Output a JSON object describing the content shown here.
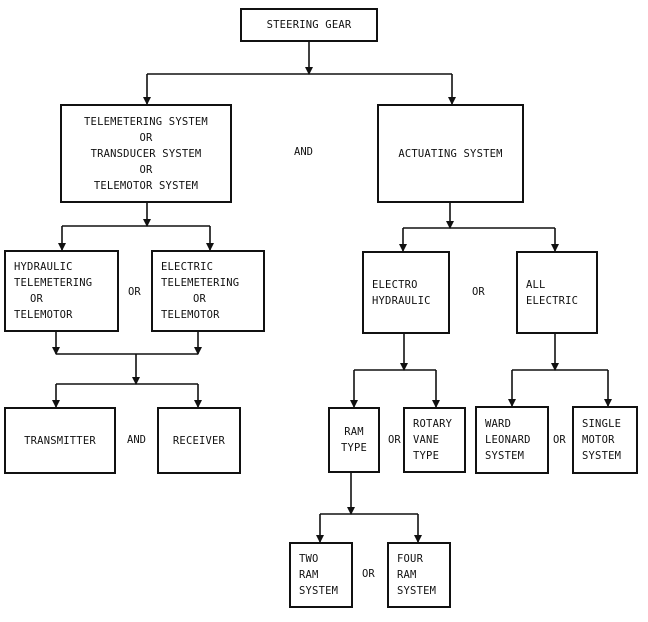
{
  "nodes": {
    "steering_gear": [
      "STEERING GEAR"
    ],
    "telemetering": [
      "TELEMETERING SYSTEM",
      "OR",
      "TRANSDUCER SYSTEM",
      "OR",
      "TELEMOTOR SYSTEM"
    ],
    "actuating": [
      "ACTUATING SYSTEM"
    ],
    "hydraulic_tele": [
      "HYDRAULIC",
      "TELEMETERING",
      "OR",
      "TELEMOTOR"
    ],
    "electric_tele": [
      "ELECTRIC",
      "TELEMETERING",
      "OR",
      "TELEMOTOR"
    ],
    "electro_hydraulic": [
      "ELECTRO",
      "HYDRAULIC"
    ],
    "all_electric": [
      "ALL",
      "ELECTRIC"
    ],
    "transmitter": [
      "TRANSMITTER"
    ],
    "receiver": [
      "RECEIVER"
    ],
    "ram_type": [
      "RAM",
      "TYPE"
    ],
    "rotary_vane": [
      "ROTARY",
      "VANE",
      "TYPE"
    ],
    "ward_leonard": [
      "WARD",
      "LEONARD",
      "SYSTEM"
    ],
    "single_motor": [
      "SINGLE",
      "MOTOR",
      "SYSTEM"
    ],
    "two_ram": [
      "TWO",
      "RAM",
      "SYSTEM"
    ],
    "four_ram": [
      "FOUR",
      "RAM",
      "SYSTEM"
    ]
  },
  "connectors": {
    "and_top": "AND",
    "or_tele": "OR",
    "or_actuating": "OR",
    "and_tx_rx": "AND",
    "or_ram_vane": "OR",
    "or_ward_single": "OR",
    "or_two_four": "OR"
  }
}
